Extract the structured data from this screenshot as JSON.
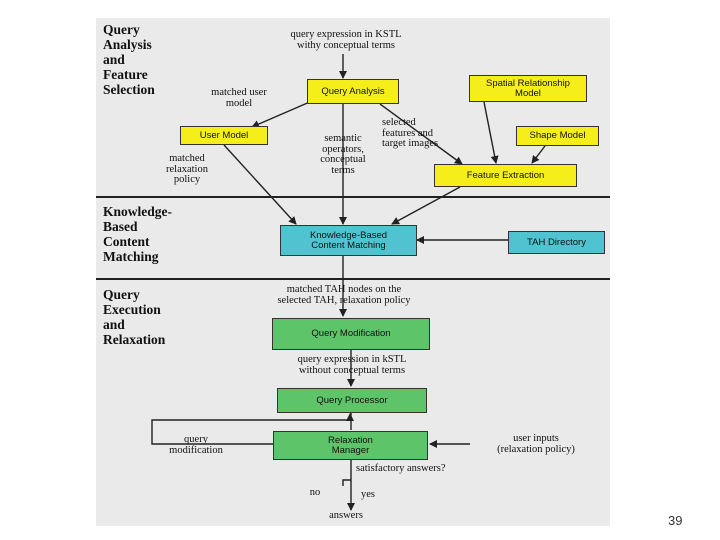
{
  "sections": {
    "query_analysis": "Query\nAnalysis\nand\nFeature\nSelection",
    "knowledge_based": "Knowledge-\nBased\nContent\nMatching",
    "query_execution": "Query\nExecution\nand\nRelaxation"
  },
  "boxes": {
    "query_analysis": "Query Analysis",
    "spatial_model": "Spatial Relationship\nModel",
    "user_model": "User Model",
    "shape_model": "Shape Model",
    "feature_extraction": "Feature Extraction",
    "kb_matching": "Knowledge-Based\nContent Matching",
    "tah_directory": "TAH Directory",
    "query_modification": "Query Modification",
    "query_processor": "Query Processor",
    "relaxation_manager": "Relaxation\nManager"
  },
  "labels": {
    "query_expression_in": "query expression in KSTL\nwithy conceptual terms",
    "matched_user_model": "matched user\nmodel",
    "semantic_operators": "semantic\noperators,\nconceptual\nterms",
    "selected_features": "selected\nfeatures and\ntarget images",
    "matched_relaxation": "matched\nrelaxation\npolicy",
    "matched_tah_nodes": "matched TAH nodes on the\nselected TAH, relaxation policy",
    "query_expression_out": "query expression in kSTL\nwithout conceptual terms",
    "query_modification_loop": "query\nmodification",
    "user_inputs": "user inputs\n(relaxation policy)",
    "satisfactory": "satisfactory answers?",
    "no": "no",
    "yes": "yes",
    "answers": "answers"
  },
  "slide_number": "39",
  "colors": {
    "yellow_box": "#f5ee1a",
    "cyan_box": "#4fc3cf",
    "green_box": "#5ec46a",
    "background": "#eaeaea"
  }
}
